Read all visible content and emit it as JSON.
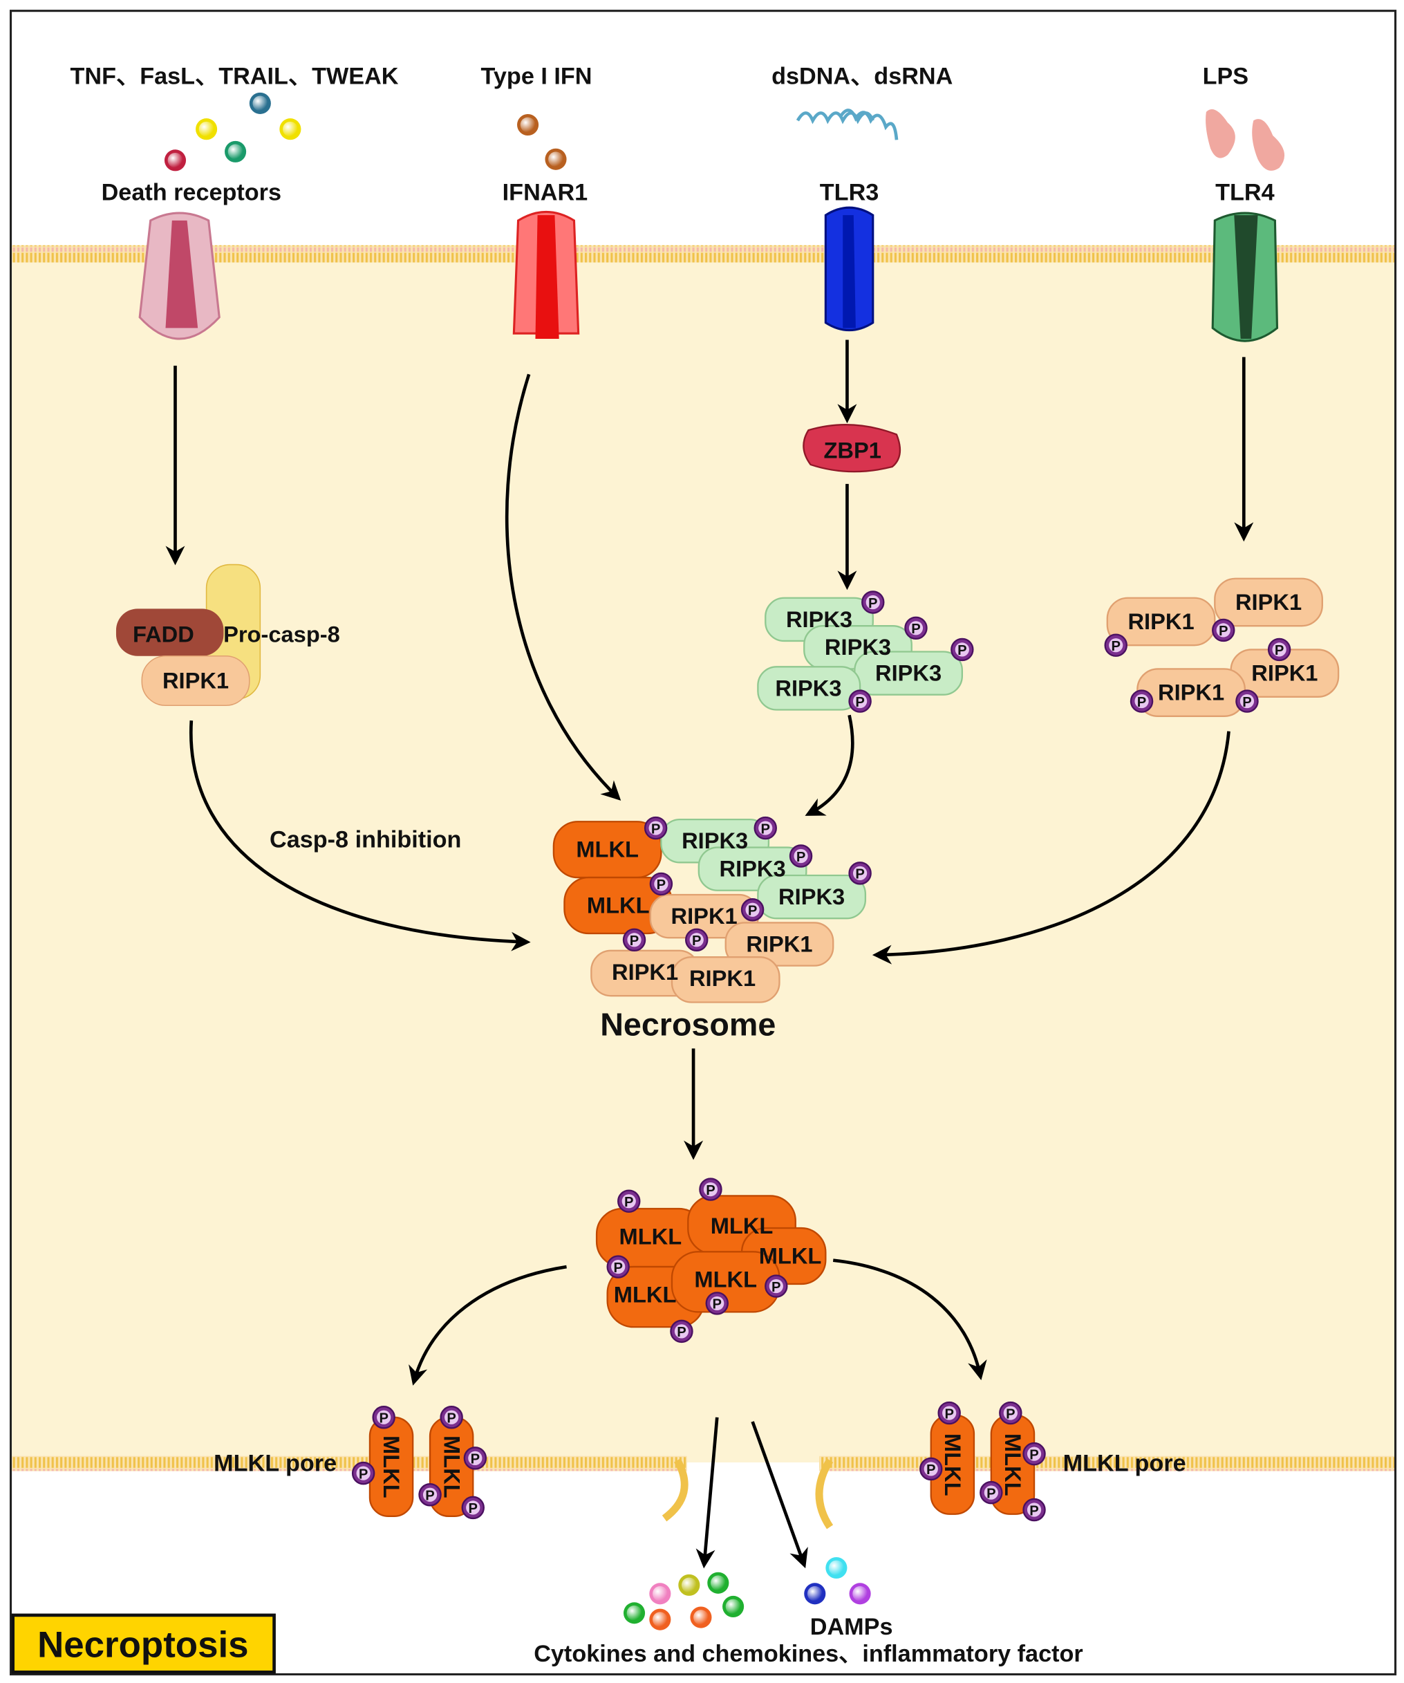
{
  "ligands": {
    "death": "TNF、FasL、TRAIL、TWEAK",
    "ifn": "Type I IFN",
    "nucleic": "dsDNA、dsRNA",
    "lps": "LPS"
  },
  "receptors": {
    "death": "Death receptors",
    "ifnar": "IFNAR1",
    "tlr3": "TLR3",
    "tlr4": "TLR4"
  },
  "proteins": {
    "fadd": "FADD",
    "procasp8": "Pro-casp-8",
    "ripk1": "RIPK1",
    "ripk3": "RIPK3",
    "zbp1": "ZBP1",
    "mlkl": "MLKL",
    "phospho": "P"
  },
  "labels": {
    "casp8_inhibition": "Casp-8 inhibition",
    "necrosome": "Necrosome",
    "mlkl_pore": "MLKL pore",
    "damps": "DAMPs",
    "cytokines": "Cytokines and chemokines、inflammatory factor",
    "title": "Necroptosis"
  },
  "colors": {
    "cytoplasm": "#fdf3d3",
    "membrane": "#f3c96a",
    "mlkl": "#f26a10",
    "ripk1": "#f8c89a",
    "ripk3": "#c8ecc6",
    "phospho": "#7b2f8e",
    "zbp1": "#d8344f",
    "title_box": "#ffd400"
  }
}
